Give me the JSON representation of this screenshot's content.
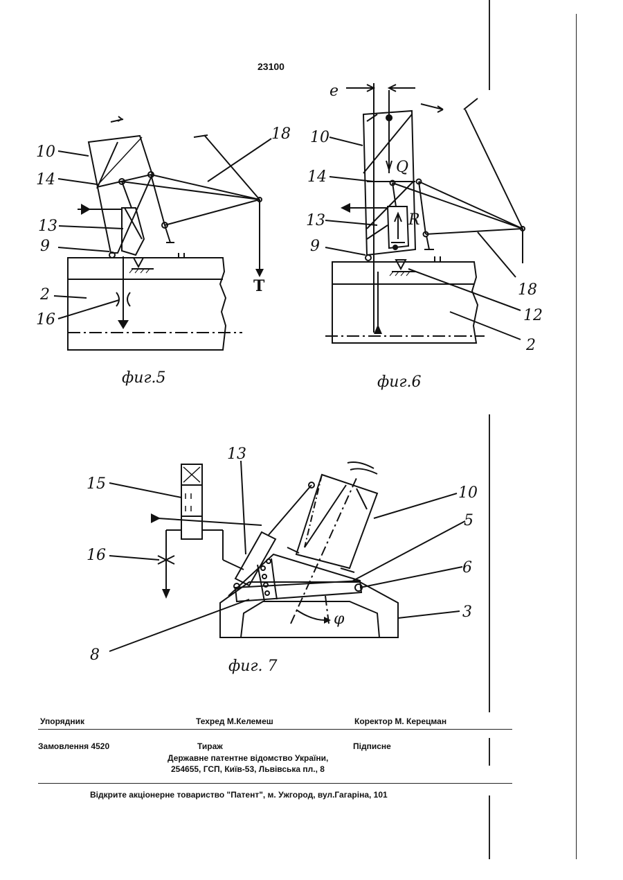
{
  "page_number": "23100",
  "figures": {
    "fig5": {
      "caption": "фиг.5",
      "labels": [
        "10",
        "14",
        "13",
        "9",
        "2",
        "16",
        "18",
        "T"
      ]
    },
    "fig6": {
      "caption": "фиг.6",
      "labels": [
        "e",
        "10",
        "14",
        "13",
        "9",
        "Q",
        "R",
        "18",
        "12",
        "2"
      ]
    },
    "fig7": {
      "caption": "фиг. 7",
      "labels": [
        "13",
        "15",
        "16",
        "10",
        "5",
        "6",
        "3",
        "8",
        "φ"
      ]
    }
  },
  "colophon": {
    "compiler": "Упорядник",
    "tech_editor": "Техред М.Келемеш",
    "proofreader": "Коректор  М. Керецман",
    "order": "Замовлення  4520",
    "circulation": "Тираж",
    "subscription": "Підписне",
    "office": "Державне  патентне  відомство  України,",
    "address": "254655, ГСП, Київ-53, Львівська пл., 8",
    "publisher": "Відкрите акціонерне товариство \"Патент\", м. Ужгород, вул.Гагаріна, 101"
  }
}
